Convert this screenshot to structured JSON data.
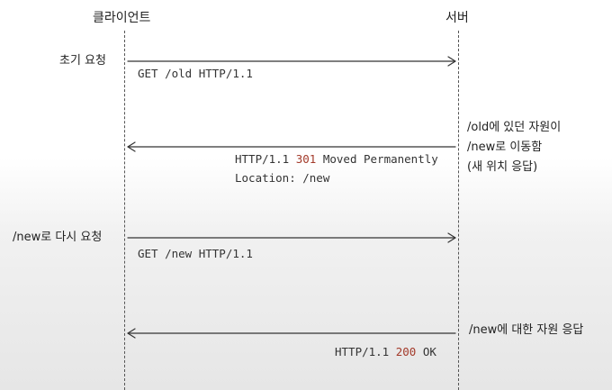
{
  "actors": {
    "client": "클라이언트",
    "server": "서버"
  },
  "steps": {
    "initial_request_label": "초기 요청",
    "request1": "GET /old HTTP/1.1",
    "server_note": [
      "/old에 있던 자원이",
      "/new로 이동함",
      "(새 위치 응답)"
    ],
    "response1": {
      "prefix": "HTTP/1.1 ",
      "code": "301",
      "suffix": " Moved Permanently",
      "location": "Location: /new"
    },
    "retry_label": "/new로 다시 요청",
    "request2": "GET /new HTTP/1.1",
    "server_note2": "/new에 대한 자원 응답",
    "response2": {
      "prefix": "HTTP/1.1 ",
      "code": "200",
      "suffix": " OK"
    }
  },
  "colors": {
    "line": "#333333",
    "status_code": "#a33a2a"
  }
}
